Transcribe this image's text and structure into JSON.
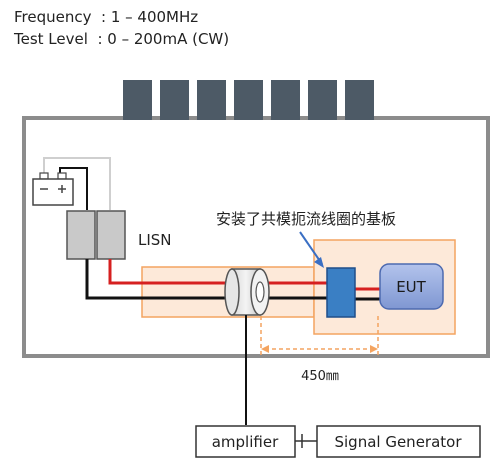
{
  "specs": {
    "frequency": "Frequency  : 1 – 400MHz",
    "test_level": "Test Level  : 0 – 200mA (CW)"
  },
  "labels": {
    "lisn": "LISN",
    "board_caption": "安装了共模扼流线圈的基板",
    "eut": "EUT",
    "distance": "450㎜",
    "amplifier": "amplifier",
    "signal_generator": "Signal Generator"
  },
  "colors": {
    "chamber_border": "#8c8c8c",
    "absorber": "#4d5a66",
    "red_line": "#d62020",
    "orange": "#f4a460",
    "module_blue": "#3a7fc4",
    "eut_fill": "#8fa6dc"
  }
}
